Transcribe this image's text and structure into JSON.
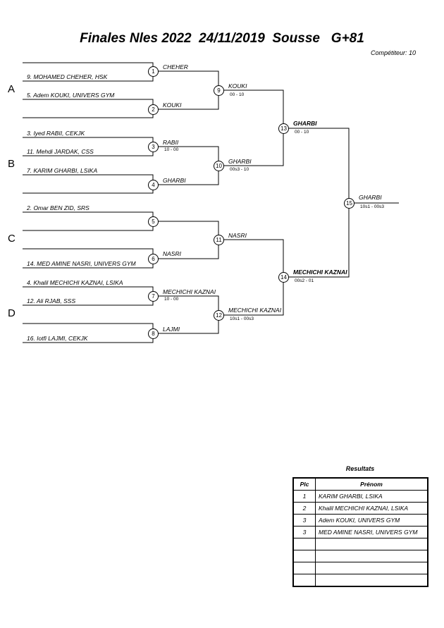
{
  "title": "Finales Nles 2022  24/11/2019  Sousse   G+81",
  "competitors": "Compétiteur: 10",
  "groups": [
    "A",
    "B",
    "C",
    "D"
  ],
  "entries": [
    "9. MOHAMED CHEHER, HSK",
    "5. Adem KOUKI, UNIVERS GYM",
    "3. Iyed RABII, CEKJK",
    "11. Mehdi JARDAK, CSS",
    "7. KARIM GHARBI, LSIKA",
    "2. Omar BEN ZID, SRS",
    "14. MED AMINE NASRI, UNIVERS GYM",
    "4. Khalil MECHICHI KAZNAI, LSIKA",
    "12. Ali RJAB, SSS",
    "16. Iotfi LAJMI, CEKJK"
  ],
  "round1": [
    {
      "num": "1",
      "winner": "CHEHER",
      "score": ""
    },
    {
      "num": "2",
      "winner": "KOUKI",
      "score": ""
    },
    {
      "num": "3",
      "winner": "RABII",
      "score": "10 - 00"
    },
    {
      "num": "4",
      "winner": "GHARBI",
      "score": ""
    },
    {
      "num": "5",
      "winner": "",
      "score": ""
    },
    {
      "num": "6",
      "winner": "NASRI",
      "score": ""
    },
    {
      "num": "7",
      "winner": "MECHICHI KAZNAI",
      "score": "10 - 00"
    },
    {
      "num": "8",
      "winner": "LAJMI",
      "score": ""
    }
  ],
  "round2": [
    {
      "num": "9",
      "winner": "KOUKI",
      "score": "00 - 10"
    },
    {
      "num": "10",
      "winner": "GHARBI",
      "score": "00s3 - 10"
    },
    {
      "num": "11",
      "winner": "NASRI",
      "score": ""
    },
    {
      "num": "12",
      "winner": "MECHICHI KAZNAI",
      "score": "10s1 - 00s3"
    }
  ],
  "semis": [
    {
      "num": "13",
      "winner": "GHARBI",
      "score": "00 - 10"
    },
    {
      "num": "14",
      "winner": "MECHICHI KAZNAI",
      "score": "00s2 - 01"
    }
  ],
  "final": {
    "num": "15",
    "winner": "GHARBI",
    "score": "10s1 - 00s3"
  },
  "results": {
    "title": "Resultats",
    "headers": [
      "Plc",
      "Prénom"
    ],
    "rows": [
      {
        "plc": "1",
        "name": "KARIM GHARBI, LSIKA"
      },
      {
        "plc": "2",
        "name": "Khalil MECHICHI KAZNAI, LSIKA"
      },
      {
        "plc": "3",
        "name": "Adem KOUKI, UNIVERS GYM"
      },
      {
        "plc": "3",
        "name": "MED AMINE NASRI, UNIVERS GYM"
      },
      {
        "plc": "",
        "name": ""
      },
      {
        "plc": "",
        "name": ""
      },
      {
        "plc": "",
        "name": ""
      },
      {
        "plc": "",
        "name": ""
      }
    ]
  }
}
